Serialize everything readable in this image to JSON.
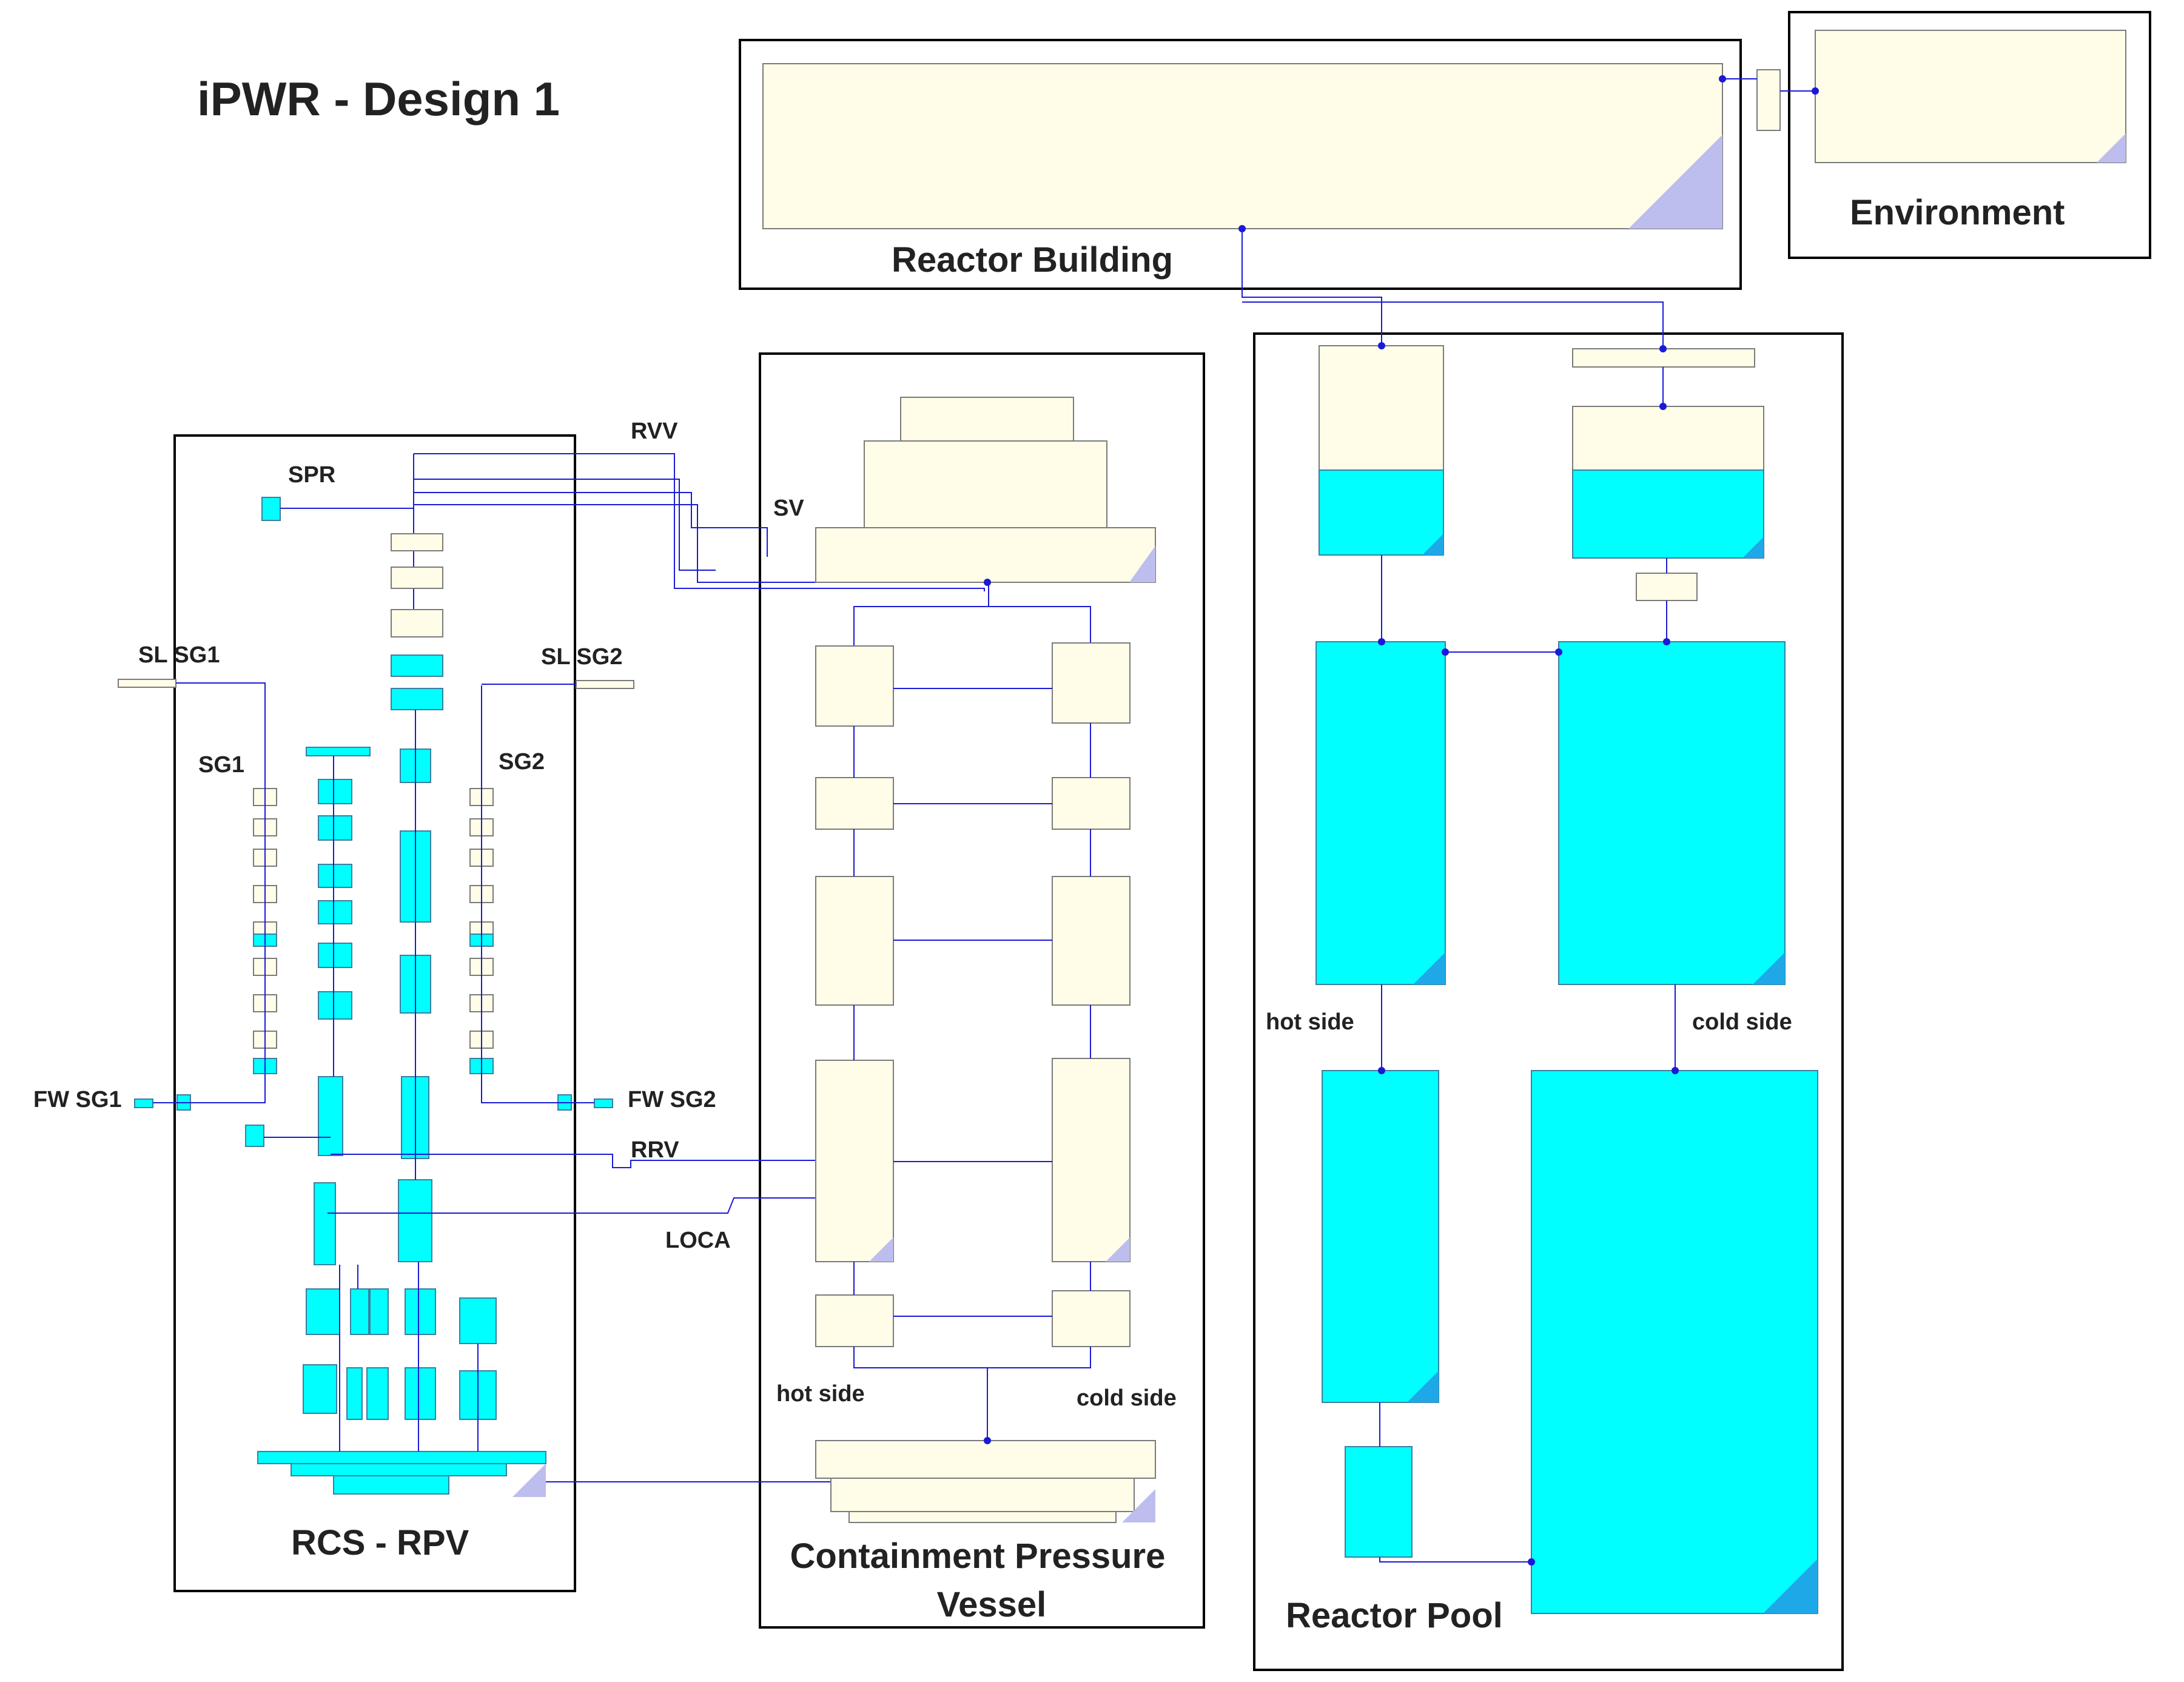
{
  "title": "iPWR - Design 1",
  "colors": {
    "water": "#00FFFF",
    "gas": "#FFFDE8",
    "line": "#1A1AD6",
    "frame": "#000000",
    "cell_edge": "#7A7A7A",
    "corner": "#BDBDEE",
    "text": "#222222"
  },
  "regions": {
    "reactor_building": "Reactor Building",
    "environment": "Environment",
    "rcs_rpv": "RCS - RPV",
    "containment": "Containment Pressure Vessel",
    "reactor_pool": "Reactor Pool"
  },
  "labels": {
    "rvv": "RVV",
    "spr": "SPR",
    "sv": "SV",
    "sl_sg1": "SL SG1",
    "sl_sg2": "SL SG2",
    "sg1": "SG1",
    "sg2": "SG2",
    "fw_sg1": "FW SG1",
    "fw_sg2": "FW SG2",
    "rrv": "RRV",
    "loca": "LOCA",
    "hot_side": "hot side",
    "cold_side": "cold side"
  }
}
